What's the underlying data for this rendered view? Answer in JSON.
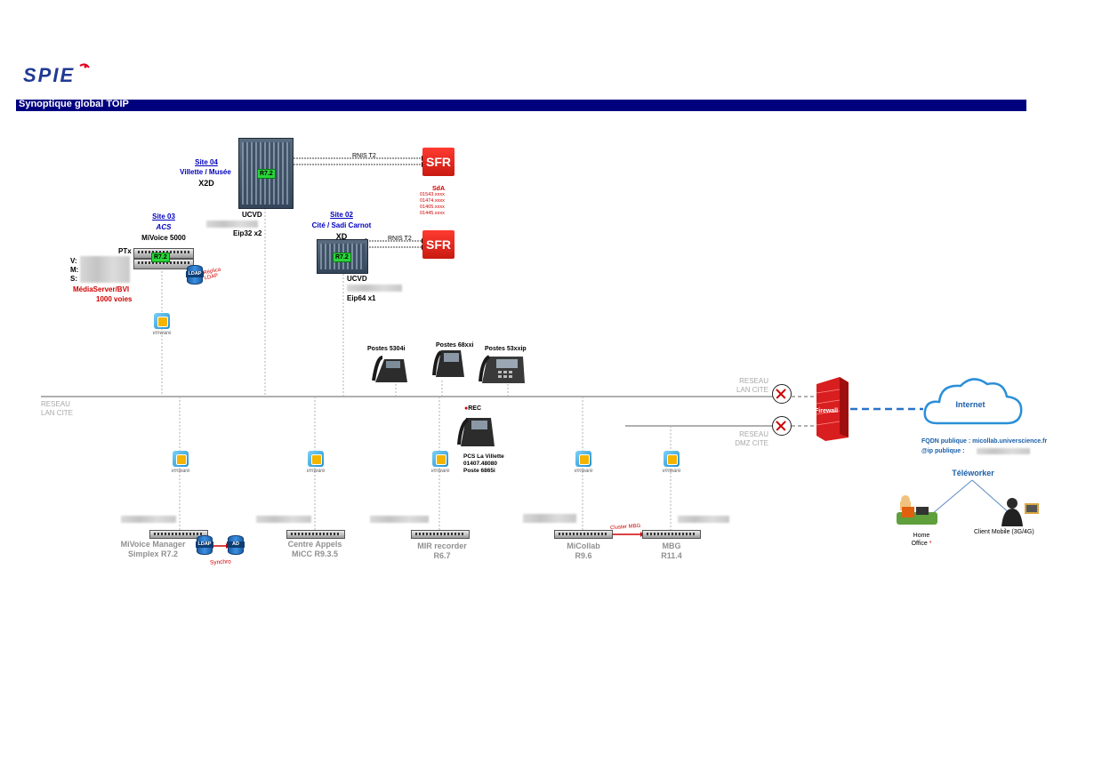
{
  "logo": {
    "text": "SPIE"
  },
  "title": "Synoptique global TOIP",
  "site04": {
    "link": "Site 04",
    "name": "Villette / Musée",
    "model": "X2D",
    "release": "R7.2",
    "ucvd": "UCVD",
    "eip": "Eip32 x2"
  },
  "site03": {
    "link": "Site 03",
    "name": "ACS",
    "model": "MiVoice 5000",
    "ptx": "PTx",
    "release": "R7.2",
    "v": "V:",
    "m": "M:",
    "s": "S:",
    "media": "MédiaServer/BVI",
    "voies": "1000 voies",
    "ldap": "LDAP",
    "replica": "Réplica LDAP"
  },
  "site02": {
    "link": "Site 02",
    "name": "Cité / Sadi Carnot",
    "model": "XD",
    "release": "R7.2",
    "ucvd": "UCVD",
    "eip": "Eip64 x1"
  },
  "sfr": {
    "logo": "SFR",
    "link_label": "RNIS T2",
    "sda_title": "SdA",
    "sda": [
      "01543.xxxx",
      "01474.xxxx",
      "01405.xxxx",
      "01445.xxxx"
    ]
  },
  "phones": {
    "p1": "Postes 5304i",
    "p2": "Postes 68xxi",
    "p3": "Postes 53xxip"
  },
  "lan": {
    "label_line1": "RESEAU",
    "label_line2": "LAN CITE",
    "right_line1": "RESEAU",
    "right_line2": "LAN CITE"
  },
  "dmz": {
    "line1": "RESEAU",
    "line2": "DMZ CITE"
  },
  "firewall": "Firewall",
  "internet": "Internet",
  "fqdn": "FQDN publique : micollab.universcience.fr",
  "ip": "@ip publique :",
  "teleworker": "Téléworker",
  "home": {
    "line1": "Home",
    "line2": "Office",
    "star": "*"
  },
  "mobile": "Client Mobile (3G/4G)",
  "rec": "REC",
  "pcs": {
    "line1": "PCS La Villette",
    "line2": "01407.48080",
    "line3": "Poste 6865i"
  },
  "vmware": "vmware",
  "servers": {
    "mivoice": {
      "line1": "MiVoice Manager",
      "line2": "Simplex R7.2"
    },
    "centre": {
      "line1": "Centre Appels",
      "line2": "MiCC R9.3.5"
    },
    "mir": {
      "line1": "MIR recorder",
      "line2": "R6.7"
    },
    "micollab": {
      "line1": "MiCollab",
      "line2": "R9.6"
    },
    "mbg": {
      "line1": "MBG",
      "line2": "R11.4"
    }
  },
  "synchro": "Synchro",
  "ldap": "LDAP",
  "ad": "AD",
  "cluster": "Cluster MBG",
  "colors": {
    "title_bg": "#00007f",
    "lan_line": "#b0b0b0",
    "site_link": "#0000c0",
    "alert": "#d00000",
    "firewall": "#e02020",
    "cloud": "#2a8fd8"
  }
}
